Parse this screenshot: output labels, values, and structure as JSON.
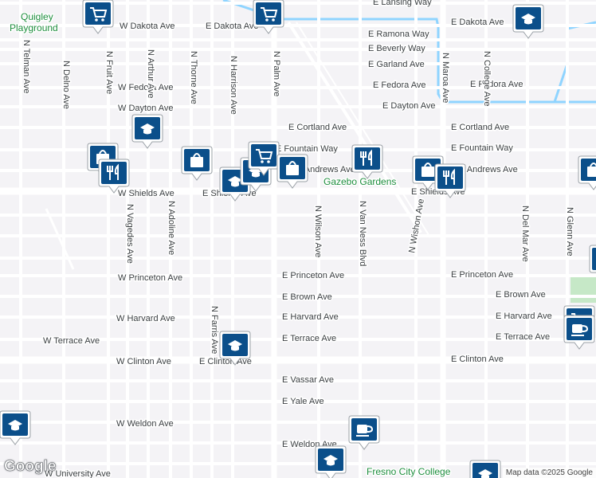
{
  "map": {
    "attribution": "Map data ©2025 Google",
    "logo": "Google",
    "colors": {
      "background": "#f4f3f6",
      "road": "#ffffff",
      "major_road": "#ffffff",
      "water": "#8fd4ff",
      "park": "#c6e8c7",
      "poi_blue": "#1a73e8",
      "marker_fill": "#0b4f8a",
      "place_text": "#1e8e3e"
    },
    "places": [
      {
        "name": "Quigley Playground"
      },
      {
        "name": "Gazebo Gardens"
      },
      {
        "name": "Fresno City College"
      }
    ],
    "street_labels": [
      "W Dakota Ave",
      "E Dakota Ave",
      "E Dakota Ave",
      "E Lansing Way",
      "E Ramona Way",
      "E Beverly Way",
      "E Garland Ave",
      "W Fedora Ave",
      "E Fedora Ave",
      "E Fedora Ave",
      "W Dayton Ave",
      "E Dayton Ave",
      "E Cortland Ave",
      "E Cortland Ave",
      "E Fountain Way",
      "E Fountain Way",
      "E Andrews Ave",
      "E Andrews Ave",
      "W Shields Ave",
      "E Shields Ave",
      "E Shields Ave",
      "W Princeton Ave",
      "E Princeton Ave",
      "E Princeton Ave",
      "E Brown Ave",
      "E Brown Ave",
      "W Harvard Ave",
      "E Harvard Ave",
      "E Harvard Ave",
      "W Terrace Ave",
      "E Terrace Ave",
      "E Terrace Ave",
      "W Clinton Ave",
      "E Clinton Ave",
      "E Clinton Ave",
      "E Vassar Ave",
      "E Yale Ave",
      "W Weldon Ave",
      "E Weldon Ave",
      "W University Ave",
      "N Delno Ave",
      "N Telman Ave",
      "N Fruit Ave",
      "N Arthur Ave",
      "N Thorne Ave",
      "N Harrison Ave",
      "N Palm Ave",
      "N Maroa Ave",
      "N College Ave",
      "N Vagedes Ave",
      "N Adoline Ave",
      "N Wilson Ave",
      "N Van Ness Blvd",
      "N Wishon Ave",
      "N Del Mar Ave",
      "N Glenn Ave",
      "N Farris Ave"
    ],
    "markers": [
      {
        "icon": "shopping-cart-icon"
      },
      {
        "icon": "shopping-cart-icon"
      },
      {
        "icon": "school-icon"
      },
      {
        "icon": "school-icon"
      },
      {
        "icon": "shopping-bag-icon"
      },
      {
        "icon": "restaurant-icon"
      },
      {
        "icon": "shopping-bag-icon"
      },
      {
        "icon": "school-icon"
      },
      {
        "icon": "school-icon"
      },
      {
        "icon": "shopping-cart-icon"
      },
      {
        "icon": "shopping-bag-icon"
      },
      {
        "icon": "restaurant-icon"
      },
      {
        "icon": "shopping-bag-icon"
      },
      {
        "icon": "restaurant-icon"
      },
      {
        "icon": "shopping-bag-icon"
      },
      {
        "icon": "shopping-cart-icon"
      },
      {
        "icon": "cafe-icon"
      },
      {
        "icon": "school-icon"
      },
      {
        "icon": "cafe-icon"
      },
      {
        "icon": "school-icon"
      },
      {
        "icon": "school-icon"
      },
      {
        "icon": "school-icon"
      },
      {
        "icon": "school-icon"
      }
    ]
  }
}
